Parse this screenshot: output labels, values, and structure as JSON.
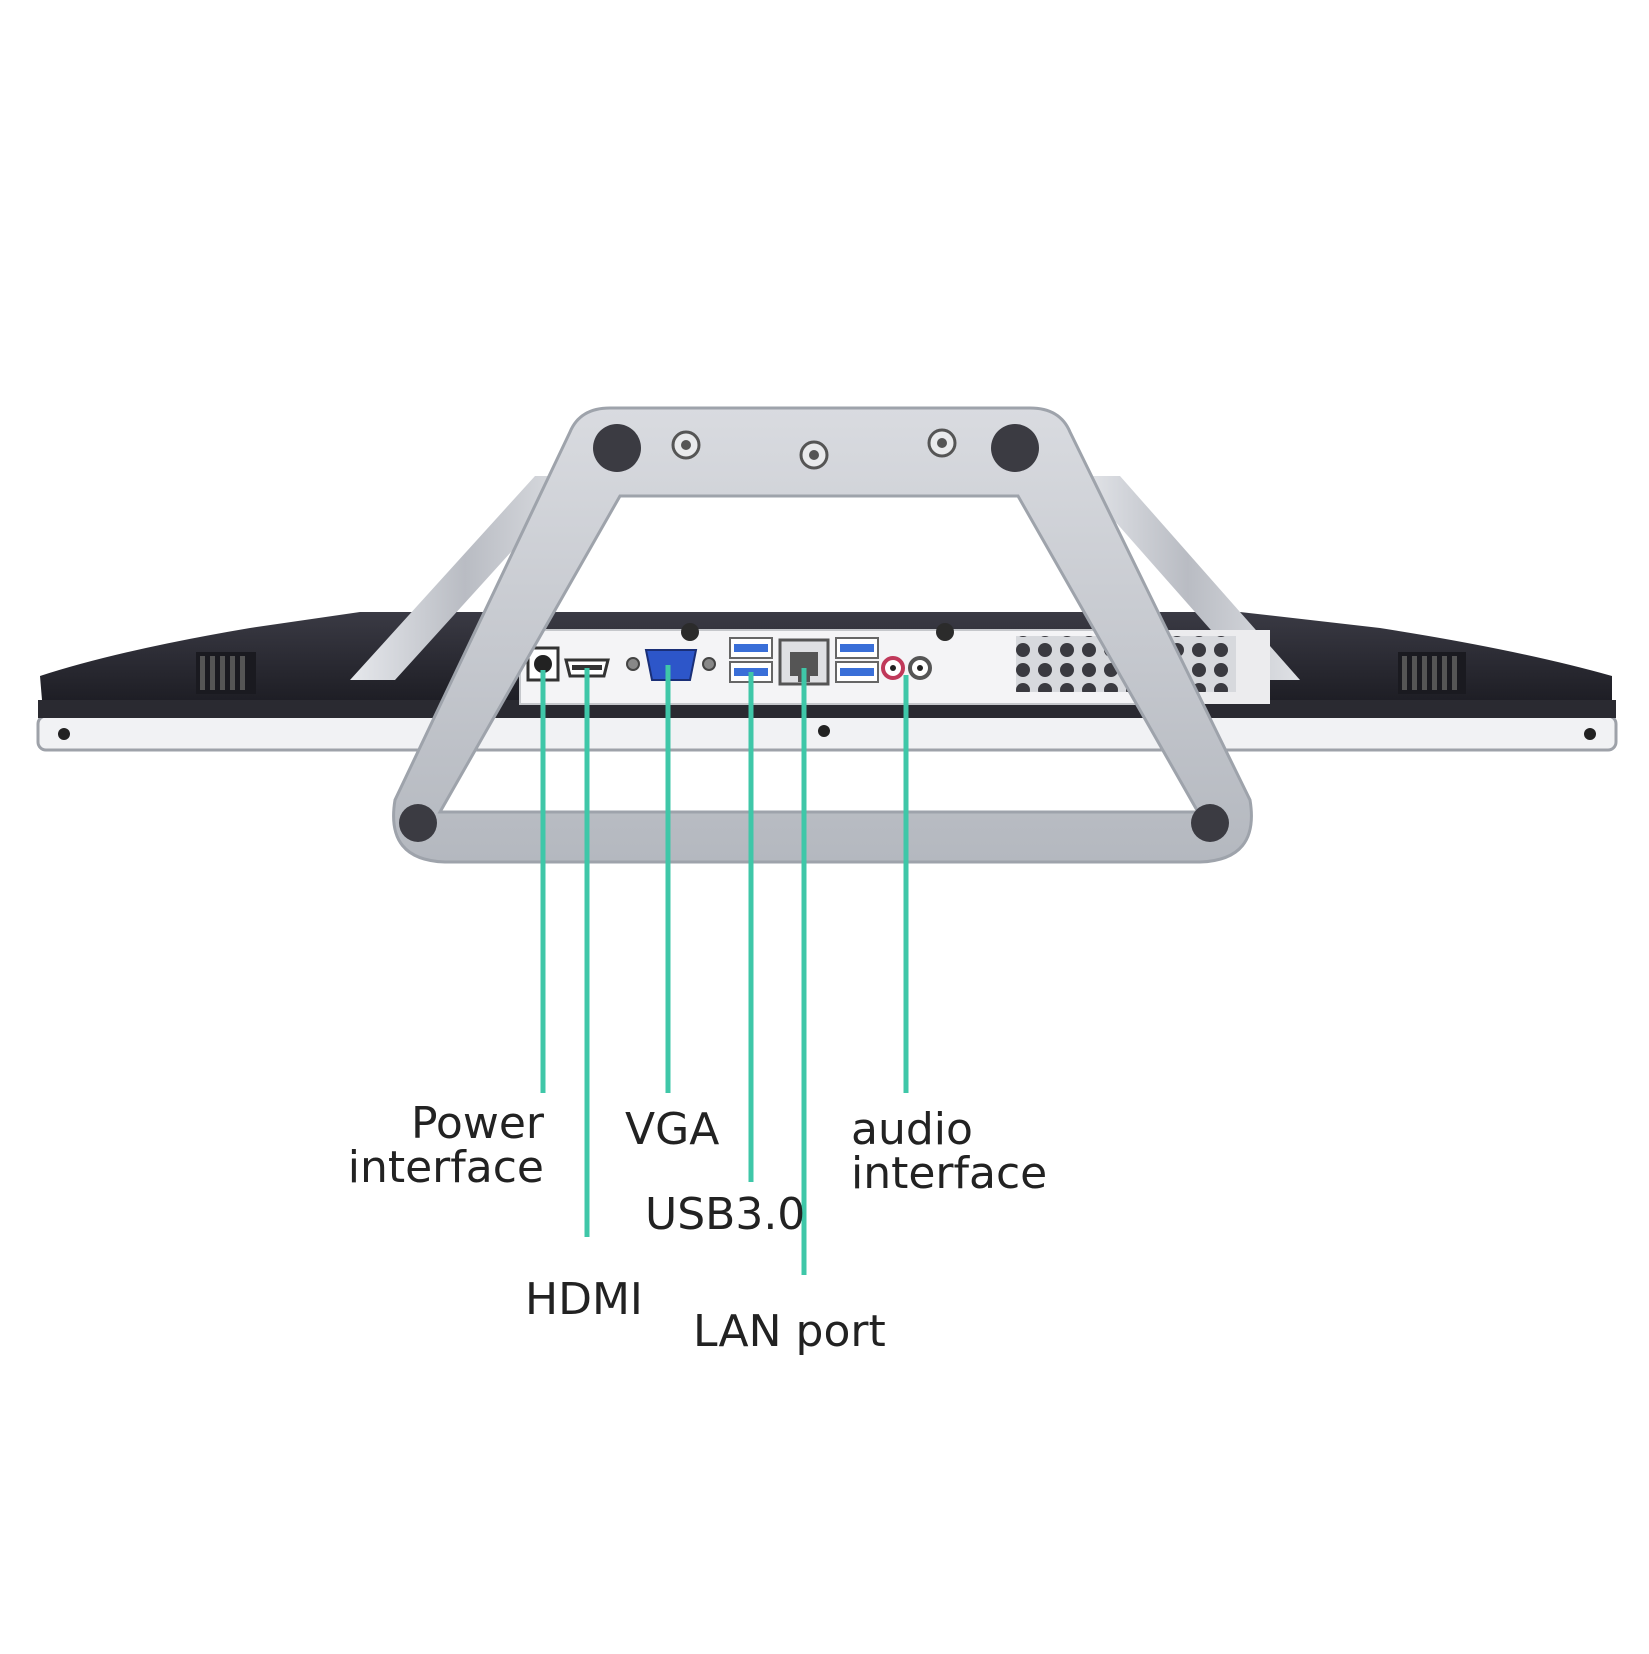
{
  "colors": {
    "leader_line": "#3fc7a8",
    "label_text": "#222222",
    "stand_silver": "#c3c6cc",
    "chassis_dark": "#2b2b33",
    "usb_blue": "#3a6fd8"
  },
  "labels": {
    "power": {
      "line1": "Power",
      "line2": "interface"
    },
    "hdmi": "HDMI",
    "vga": "VGA",
    "usb": "USB3.0",
    "lan": "LAN port",
    "audio": {
      "line1": "audio",
      "line2": "interface"
    }
  }
}
